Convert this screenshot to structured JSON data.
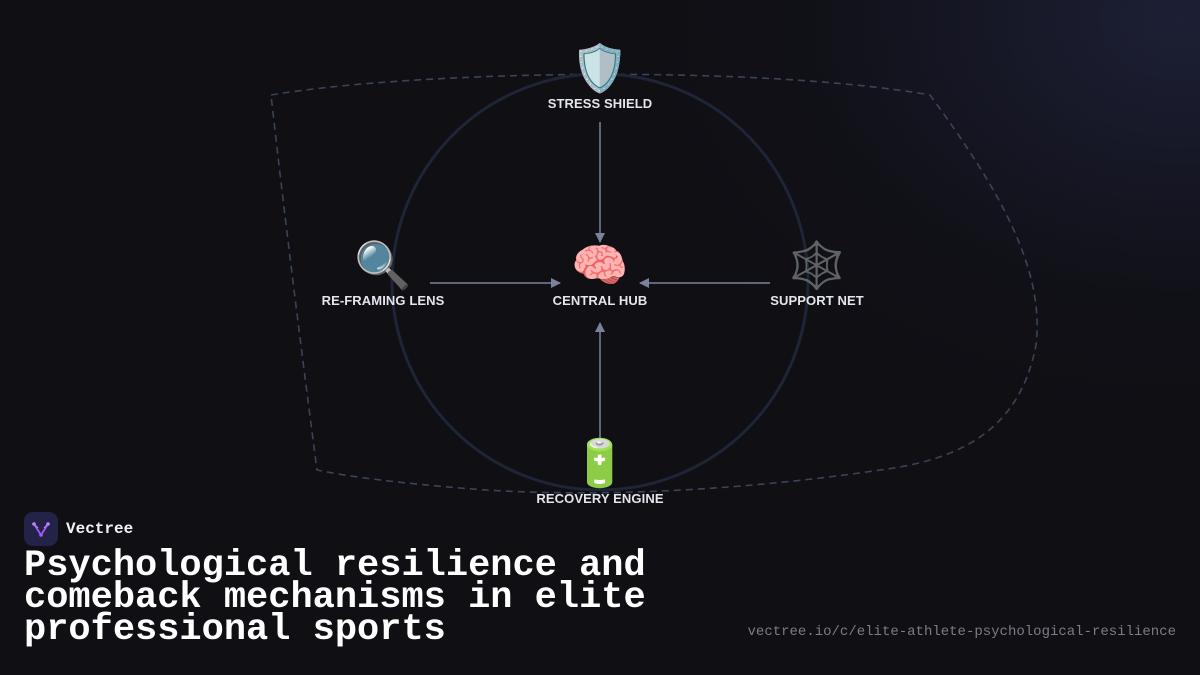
{
  "brand": {
    "name": "Vectree",
    "logo_icon": "vectree-logo-icon"
  },
  "title": "Psychological resilience and comeback mechanisms in elite professional sports",
  "url": "vectree.io/c/elite-athlete-psychological-resilience",
  "colors": {
    "background": "#0f0f14",
    "arrow": "#7a8499",
    "circle": "#1e2536",
    "dashed_boundary": "#3a4458",
    "label": "#e4e6ee",
    "logo_bg": "#232347",
    "logo_accent": "#a855f7"
  },
  "diagram": {
    "nodes": [
      {
        "id": "stress-shield",
        "label": "STRESS SHIELD",
        "icon": "shield-icon",
        "glyph": "🛡️"
      },
      {
        "id": "reframing-lens",
        "label": "RE-FRAMING LENS",
        "icon": "magnifier-icon",
        "glyph": "🔍"
      },
      {
        "id": "central-hub",
        "label": "CENTRAL HUB",
        "icon": "brain-icon",
        "glyph": "🧠"
      },
      {
        "id": "support-net",
        "label": "SUPPORT NET",
        "icon": "spider-web-icon",
        "glyph": "🕸️"
      },
      {
        "id": "recovery-engine",
        "label": "RECOVERY ENGINE",
        "icon": "battery-icon",
        "glyph": "🔋"
      }
    ],
    "edges": [
      {
        "from": "STRESS SHIELD",
        "to": "CENTRAL HUB"
      },
      {
        "from": "RE-FRAMING LENS",
        "to": "CENTRAL HUB"
      },
      {
        "from": "SUPPORT NET",
        "to": "CENTRAL HUB"
      },
      {
        "from": "RECOVERY ENGINE",
        "to": "CENTRAL HUB"
      }
    ]
  }
}
